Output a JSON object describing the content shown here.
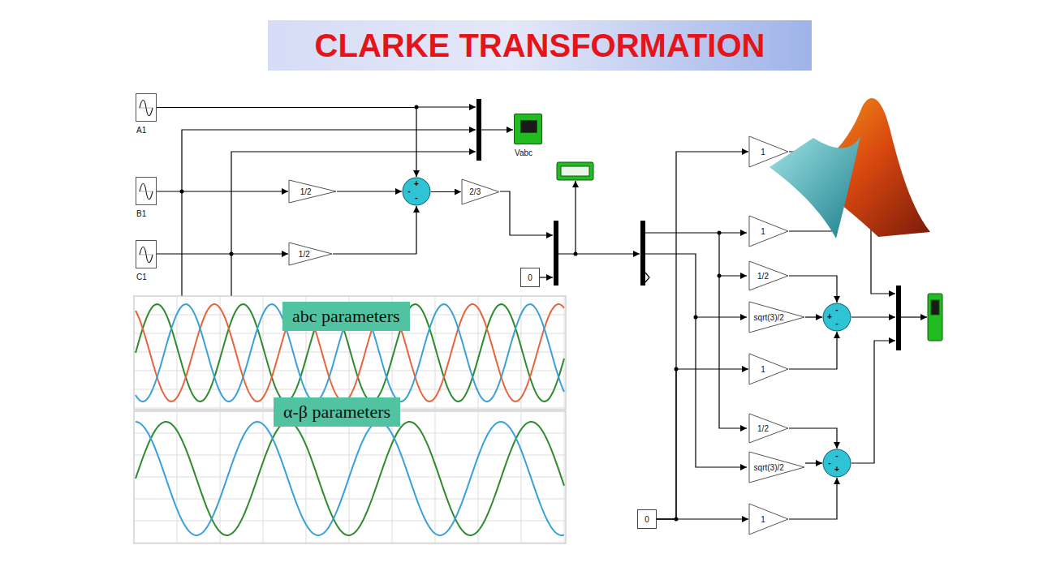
{
  "diagram": {
    "title": "CLARKE TRANSFORMATION",
    "nodes": [
      {
        "text": [
          "A1"
        ]
      },
      {
        "text": [
          "Vabc"
        ]
      },
      {
        "text": [
          "1/2"
        ]
      },
      {
        "text": [
          "+",
          "-",
          "-"
        ]
      },
      {
        "text": [
          "2/3"
        ]
      },
      {
        "text": [
          "B1"
        ]
      },
      {
        "text": [
          "C1"
        ]
      },
      {
        "text": [
          "1/2"
        ]
      },
      {
        "text": [
          "0"
        ]
      },
      {
        "text": [
          "1"
        ]
      },
      {
        "text": [
          "1"
        ]
      },
      {
        "text": [
          "1/2"
        ]
      },
      {
        "text": [
          "sqrt(3)/2"
        ]
      },
      {
        "text": [
          "-",
          "+",
          "-"
        ]
      },
      {
        "text": [
          "1"
        ]
      },
      {
        "text": [
          "1/2"
        ]
      },
      {
        "text": [
          "sqrt(3)/2"
        ]
      },
      {
        "text": [
          "-",
          "-",
          "+"
        ]
      },
      {
        "text": [
          "0"
        ]
      },
      {
        "text": [
          "1"
        ]
      },
      {
        "text": [
          "abc parameters"
        ]
      },
      {
        "text": [
          "α-β parameters"
        ]
      }
    ],
    "edges": [
      {
        "from": 0,
        "to": 3,
        "arrow": "to"
      },
      {
        "from": 5,
        "to": 2,
        "arrow": "to"
      },
      {
        "from": 6,
        "to": 7,
        "arrow": "to"
      },
      {
        "from": 2,
        "to": 3,
        "arrow": "to"
      },
      {
        "from": 7,
        "to": 3,
        "arrow": "to"
      },
      {
        "from": 3,
        "to": 4,
        "arrow": "to"
      },
      {
        "from": 18,
        "to": 9,
        "arrow": "to"
      },
      {
        "from": 18,
        "to": 14,
        "arrow": "to"
      },
      {
        "from": 18,
        "to": 19,
        "arrow": "to"
      },
      {
        "from": 11,
        "to": 13,
        "arrow": "to"
      },
      {
        "from": 12,
        "to": 13,
        "arrow": "to"
      },
      {
        "from": 14,
        "to": 13,
        "arrow": "to"
      },
      {
        "from": 15,
        "to": 17,
        "arrow": "to"
      },
      {
        "from": 16,
        "to": 17,
        "arrow": "to"
      },
      {
        "from": 19,
        "to": 17,
        "arrow": "to"
      }
    ]
  }
}
